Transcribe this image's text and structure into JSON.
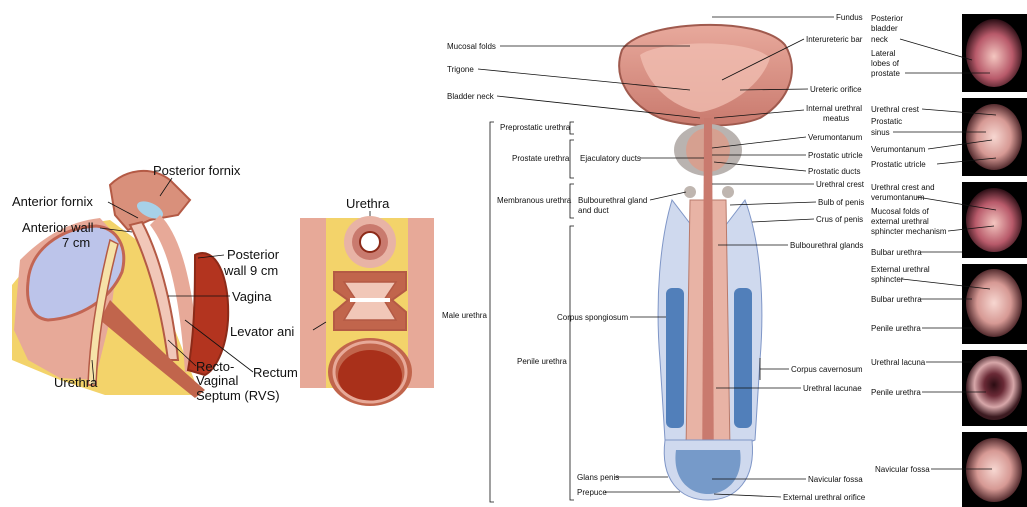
{
  "female_sagittal": {
    "posterior_fornix": "Posterior fornix",
    "anterior_fornix": "Anterior fornix",
    "anterior_wall_1": "Anterior wall",
    "anterior_wall_2": "7 cm",
    "posterior_wall_1": "Posterior",
    "posterior_wall_2": "wall 9 cm",
    "vagina": "Vagina",
    "levator_ani": "Levator ani",
    "rectum": "Rectum",
    "rvs_1": "Recto-",
    "rvs_2": "Vaginal",
    "rvs_3": "Septum (RVS)",
    "urethra_left": "Urethra",
    "urethra_top": "Urethra"
  },
  "male_urethra": {
    "left_labels": {
      "mucosal_folds": "Mucosal folds",
      "trigone": "Trigone",
      "bladder_neck": "Bladder neck",
      "preprostatic": "Preprostatic urethra",
      "prostatic": "Prostate urethra",
      "ejaculatory": "Ejaculatory ducts",
      "membranous": "Membranous urethra",
      "bulbourethral_1": "Bulbourethral gland",
      "bulbourethral_2": "and duct",
      "male_urethra": "Male urethra",
      "corpus_spongiosum": "Corpus spongiosum",
      "penile": "Penile urethra",
      "glans": "Glans penis",
      "prepuce": "Prepuce"
    },
    "right_labels": {
      "fundus": "Fundus",
      "interureteric": "Interureteric bar",
      "ureteric_orifice": "Ureteric orifice",
      "internal_meatus_1": "Internal urethral",
      "internal_meatus_2": "meatus",
      "verumontanum": "Verumontanum",
      "prostatic_utricle": "Prostatic utricle",
      "prostatic_ducts": "Prostatic ducts",
      "urethral_crest": "Urethral crest",
      "bulb_of_penis": "Bulb of penis",
      "crus_of_penis": "Crus of penis",
      "bulbourethral_glands": "Bulbourethral glands",
      "corpus_cavernosum": "Corpus cavernosum",
      "urethral_lacunae": "Urethral lacunae",
      "navicular_fossa": "Navicular fossa",
      "external_orifice": "External urethral orifice"
    }
  },
  "endoscopy": {
    "panel1": [
      "Posterior",
      "bladder",
      "neck",
      "Lateral",
      "lobes of",
      "prostate"
    ],
    "panel2": [
      "Urethral crest",
      "Prostatic",
      "sinus",
      "Verumontanum",
      "Prostatic utricle"
    ],
    "panel3": [
      "Urethral crest and",
      "verumontanum",
      "Mucosal folds of",
      "external urethral",
      "sphincter mechanism"
    ],
    "panel4": [
      "Bulbar urethra",
      "External urethral",
      "sphincter",
      "Bulbar urethra",
      "Penile urethra"
    ],
    "panel5": [
      "Urethral lacuna",
      "Penile urethra"
    ],
    "panel6": [
      "Navicular fossa"
    ]
  },
  "colors": {
    "bladder": "#d9968a",
    "tissue": "#e8b3a5",
    "blue_tissue": "#3b6fb0",
    "fat": "#f3d36a",
    "muscle": "#c1654c",
    "rectum": "#b3341f",
    "endoscope_bg": "#000000"
  }
}
